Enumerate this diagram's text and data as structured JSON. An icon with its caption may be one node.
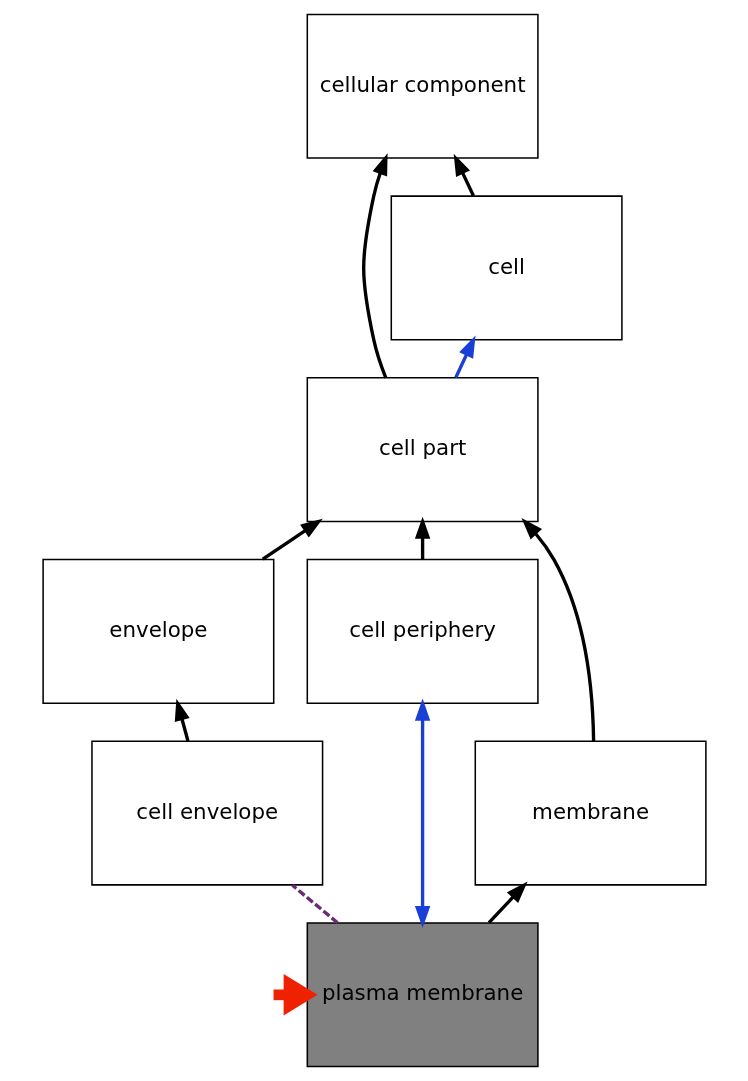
{
  "diagram": {
    "nodes": [
      {
        "text": [
          "cellular component"
        ]
      },
      {
        "text": [
          "cell"
        ]
      },
      {
        "text": [
          "cell part"
        ]
      },
      {
        "text": [
          "envelope"
        ]
      },
      {
        "text": [
          "cell envelope"
        ]
      },
      {
        "text": [
          "cell periphery"
        ]
      },
      {
        "text": [
          "membrane"
        ]
      },
      {
        "text": [
          "plasma membrane"
        ]
      }
    ],
    "edges": [
      {
        "from": 1,
        "to": 0,
        "arrow": "to"
      },
      {
        "from": 2,
        "to": 0,
        "arrow": "to"
      },
      {
        "from": 2,
        "to": 1,
        "arrow": "to",
        "color": "#1a3fd6"
      },
      {
        "from": 3,
        "to": 2,
        "arrow": "to"
      },
      {
        "from": 5,
        "to": 2,
        "arrow": "to"
      },
      {
        "from": 6,
        "to": 2,
        "arrow": "to"
      },
      {
        "from": 4,
        "to": 3,
        "arrow": "to"
      },
      {
        "from": 7,
        "to": 4,
        "arrow": "none",
        "style": "dashed",
        "color": "#6b2a78"
      },
      {
        "from": 7,
        "to": 5,
        "arrow": "both",
        "color": "#1a3fd6"
      },
      {
        "from": 7,
        "to": 6,
        "arrow": "to"
      },
      {
        "from": null,
        "to": 7,
        "arrow": "to",
        "style": "thick",
        "color": "#ee2200"
      }
    ]
  }
}
